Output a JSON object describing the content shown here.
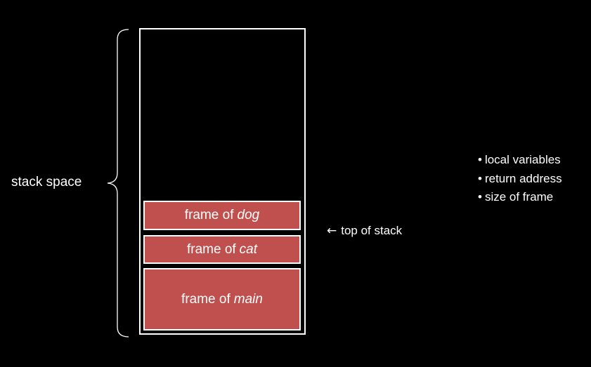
{
  "stack_label": "stack space",
  "frames": [
    {
      "prefix": "frame of",
      "name": "dog"
    },
    {
      "prefix": "frame of",
      "name": "cat"
    },
    {
      "prefix": "frame of",
      "name": "main"
    }
  ],
  "pointer": {
    "arrow": "←",
    "label": "top of stack"
  },
  "frame_contents": [
    "local variables",
    "return address",
    "size of frame"
  ],
  "bullet_char": "•",
  "colors": {
    "background": "#000000",
    "frame_fill": "#c0504d",
    "outline": "#ffffff",
    "text": "#ffffff"
  }
}
